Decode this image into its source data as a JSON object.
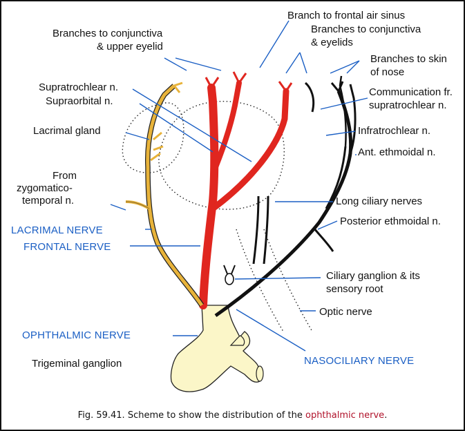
{
  "labels": {
    "branch_frontal_sinus": "Branch to frontal air sinus",
    "conj_upper_eyelid_1": "Branches to conjunctiva",
    "conj_upper_eyelid_2": "& upper eyelid",
    "conj_eyelids_1": "Branches to conjunctiva",
    "conj_eyelids_2": "& eyelids",
    "skin_nose_1": "Branches to skin",
    "skin_nose_2": "of nose",
    "supratrochlear": "Supratrochlear n.",
    "supraorbital": "Supraorbital n.",
    "communication_1": "Communication fr.",
    "communication_2": "supratrochlear n.",
    "lacrimal_gland": "Lacrimal gland",
    "infratrochlear": "Infratrochlear n.",
    "ant_ethmoidal": "Ant. ethmoidal n.",
    "from_zygo_1": "From",
    "from_zygo_2": "zygomatico-",
    "from_zygo_3": "temporal n.",
    "long_ciliary": "Long ciliary nerves",
    "lacrimal_nerve": "LACRIMAL NERVE",
    "posterior_ethmoidal": "Posterior ethmoidal n.",
    "frontal_nerve": "FRONTAL NERVE",
    "ciliary_ganglion_1": "Ciliary ganglion & its",
    "ciliary_ganglion_2": "sensory root",
    "optic_nerve": "Optic nerve",
    "ophthalmic_nerve": "OPHTHALMIC NERVE",
    "trigeminal_ganglion": "Trigeminal ganglion",
    "nasociliary_nerve": "NASOCILIARY NERVE"
  },
  "caption": {
    "prefix": "Fig. 59.41. Scheme to show the distribution of the ",
    "highlight": "ophthalmic nerve",
    "suffix": "."
  },
  "colors": {
    "frontal": "#e0261f",
    "lacrimal": "#e8b33a",
    "ophthalmic": "#fbf6c8",
    "nasociliary": "#111111",
    "label_blue": "#1b5fc4"
  }
}
